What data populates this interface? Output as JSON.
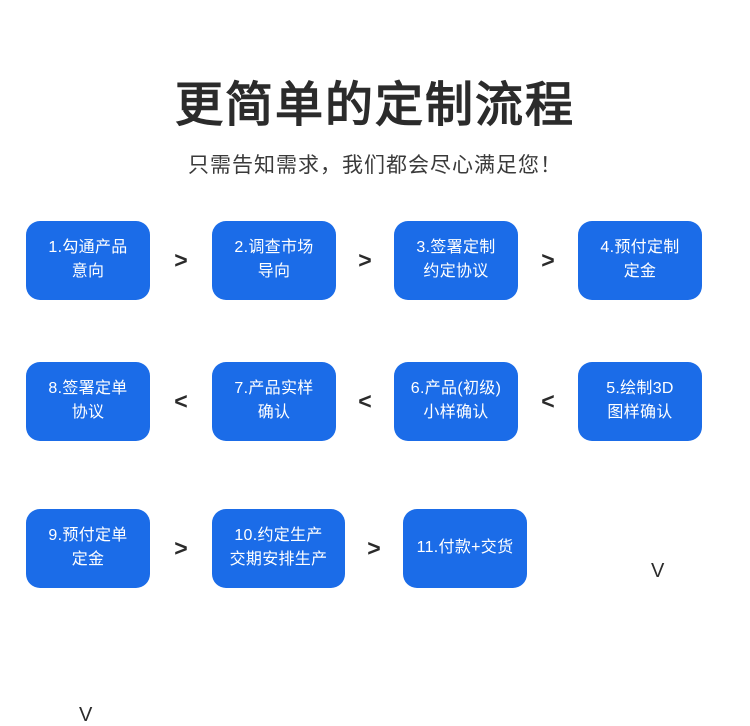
{
  "header": {
    "title": "更简单的定制流程",
    "subtitle": "只需告知需求，我们都会尽心满足您！"
  },
  "colors": {
    "node_blue": "#1b6ce8",
    "node_text": "#ffffff",
    "title_text": "#2b2b2b",
    "subtitle_text": "#3a3a3a",
    "connector": "#2b2b2b",
    "background": "#ffffff"
  },
  "flow": {
    "rows": [
      {
        "direction": "left-to-right",
        "nodes": [
          {
            "label": "1.勾通产品\n意向"
          },
          {
            "label": "2.调查市场\n导向"
          },
          {
            "label": "3.签署定制\n约定协议"
          },
          {
            "label": "4.预付定制\n定金"
          }
        ],
        "separators": [
          ">",
          ">",
          ">"
        ]
      },
      {
        "direction": "right-to-left",
        "nodes": [
          {
            "label": "8.签署定单\n协议"
          },
          {
            "label": "7.产品实样\n确认"
          },
          {
            "label": "6.产品(初级)\n小样确认"
          },
          {
            "label": "5.绘制3D\n图样确认"
          }
        ],
        "separators": [
          "<",
          "<",
          "<"
        ]
      },
      {
        "direction": "left-to-right",
        "nodes": [
          {
            "label": "9.预付定单\n定金"
          },
          {
            "label": "10.约定生产\n交期安排生产"
          },
          {
            "label": "11.付款+交货"
          }
        ],
        "separators": [
          ">",
          ">"
        ]
      }
    ],
    "connectors": {
      "row1_to_row2": "V",
      "row2_to_row3": "V"
    }
  }
}
